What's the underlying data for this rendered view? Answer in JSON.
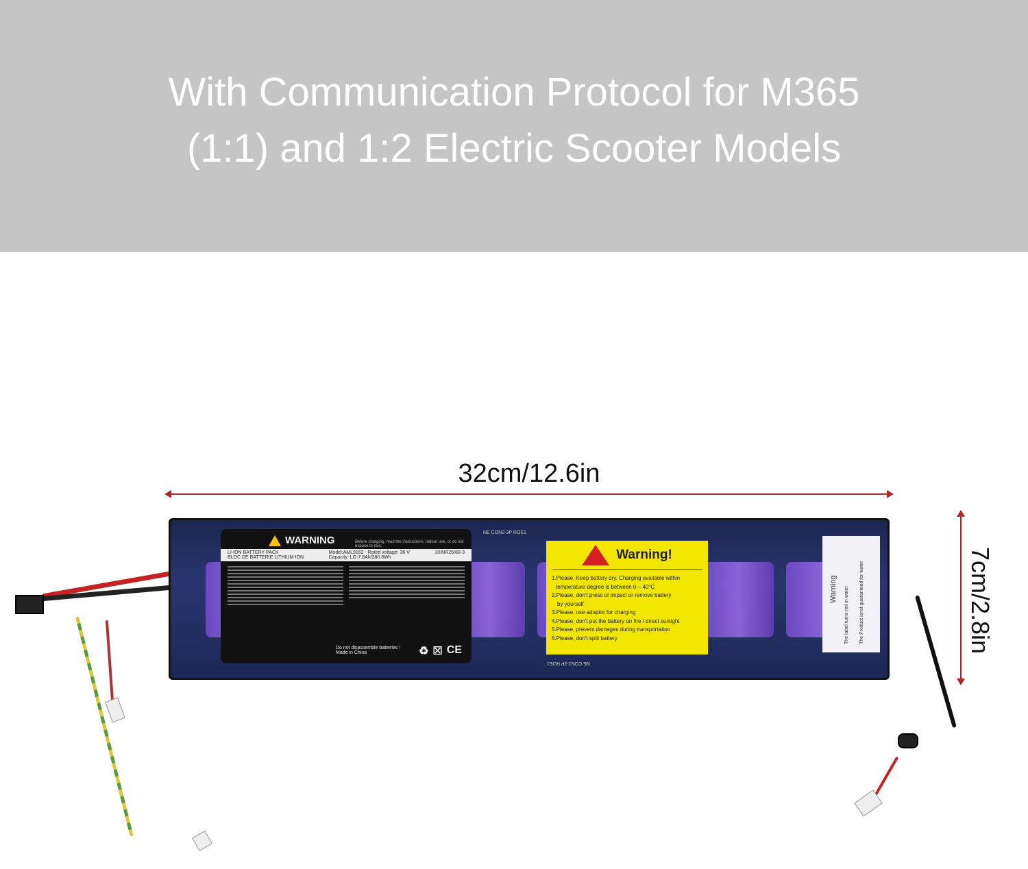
{
  "banner": {
    "line1": "With Communication Protocol for M365",
    "line2": "(1:1) and 1:2 Electric Scooter Models"
  },
  "dimensions": {
    "length": "32cm/12.6in",
    "height": "7cm/2.8in"
  },
  "colors": {
    "banner_bg": "#c5c5c5",
    "arrow": "#b3262b",
    "label_yellow": "#f2e600"
  },
  "black_label": {
    "title": "WARNING",
    "top_right": "Before charging, read the instructions. Indoor use, or do not expose to rain.",
    "code": "10INR25/80-3",
    "pack_en": "LI-ION BATTERY PACK",
    "pack_fr": "BLOC DE BATTERIE LITHIUM-ION",
    "model": "Model:AML9162",
    "voltage": "Rated voltage: 36 V",
    "capacity": "Capacity: LG-7.8Ah/280.8Wh",
    "footer": "Do not disassemble batteries !",
    "made_in": "Made in China",
    "ce": "CE"
  },
  "yellow_label": {
    "title": "Warning!",
    "items": [
      "1.Please, Keep battery dry. Charging available within",
      "temperature degree is between 0 – 40°C",
      "2.Please, don't press or impact or remove battery",
      "by yourself",
      "3.Please, use adaptor for charging",
      "4.Please, don't put the battery on fire / direct sunlight",
      "5.Please, prevent damages during transportation",
      "6.Please, don't split battery"
    ]
  },
  "white_label": {
    "title": "Warning",
    "line1": "The label turns red in water",
    "line2": "The Product isnot guaranteed for water"
  },
  "pcb_marks": {
    "top": "NE CON2-3P ROE1",
    "bottom": "NE CON1-3P ROE1"
  }
}
